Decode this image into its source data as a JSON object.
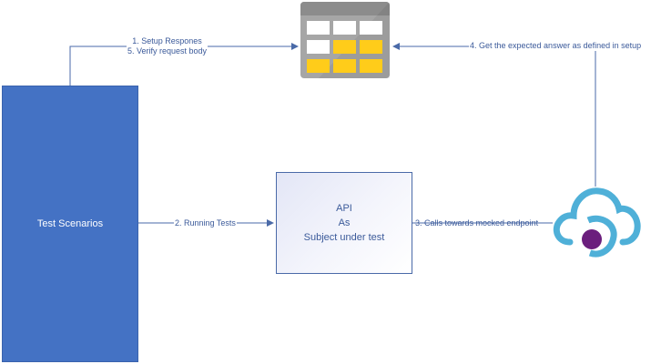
{
  "nodes": {
    "test_scenarios": {
      "label": "Test Scenarios"
    },
    "api": {
      "lines": [
        "API",
        "As",
        "Subject under test"
      ]
    },
    "data_table": {
      "icon": "table-icon"
    },
    "mock_cloud": {
      "icon": "cloud-endpoint-icon"
    }
  },
  "edges": {
    "setup": {
      "line1": "1. Setup Respones",
      "line2": "5. Verify request body"
    },
    "running": {
      "label": "2. Running Tests"
    },
    "calls": {
      "label": "3. Calls towards mocked endpoint"
    },
    "expected": {
      "label": "4. Get the expected answer as defined in setup"
    }
  },
  "colors": {
    "primary_blue": "#4472c4",
    "line": "#4a6aa8",
    "label_text": "#3b5a9a",
    "table_header": "#8c8c8c",
    "table_body": "#a6a6a6",
    "table_yellow": "#ffcc1a",
    "cloud": "#4fb0d8",
    "cloud_dot": "#6b1f7d"
  }
}
